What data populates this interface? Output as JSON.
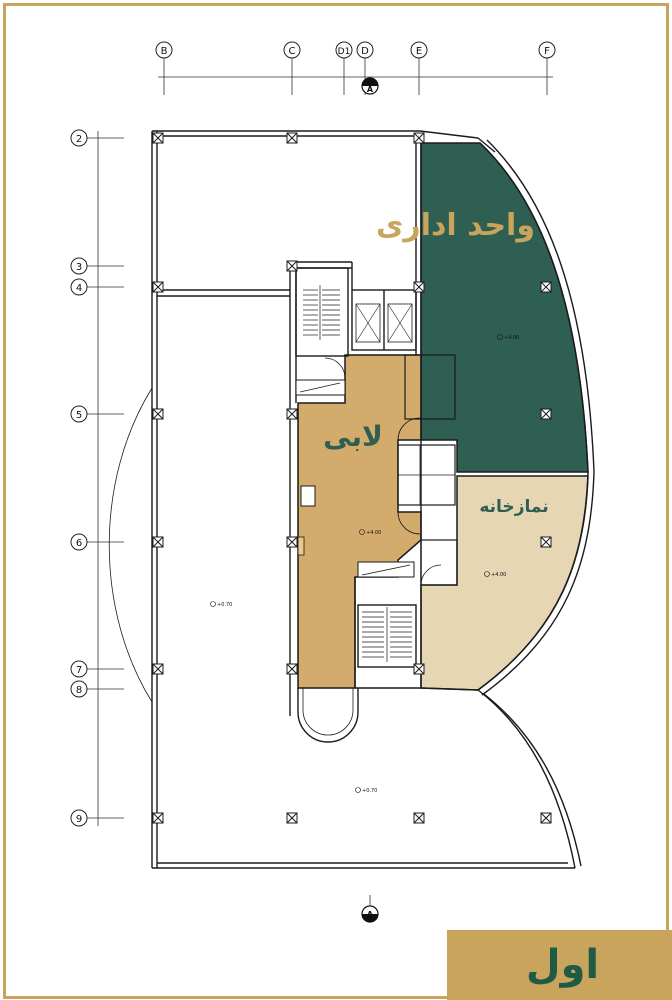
{
  "grid_columns": [
    "B",
    "C",
    "D1",
    "D",
    "E",
    "F"
  ],
  "grid_rows": [
    "2",
    "3",
    "4",
    "5",
    "6",
    "7",
    "8",
    "9"
  ],
  "section_marker": "A",
  "rooms": {
    "office": "واحد اداری",
    "lobby": "لابی",
    "prayer_room": "نمازخانه"
  },
  "floor_label": "اول",
  "level_markers": [
    "+0.70",
    "+0.70",
    "+4.00",
    "+4.00",
    "+4.00"
  ],
  "colors": {
    "frame": "#c9a45c",
    "office_fill": "#2f5f52",
    "lobby_fill": "#d2ab6d",
    "prayer_fill": "#e6d6b4",
    "floor_tab": "#c9a45c",
    "floor_text": "#1f5a45"
  }
}
